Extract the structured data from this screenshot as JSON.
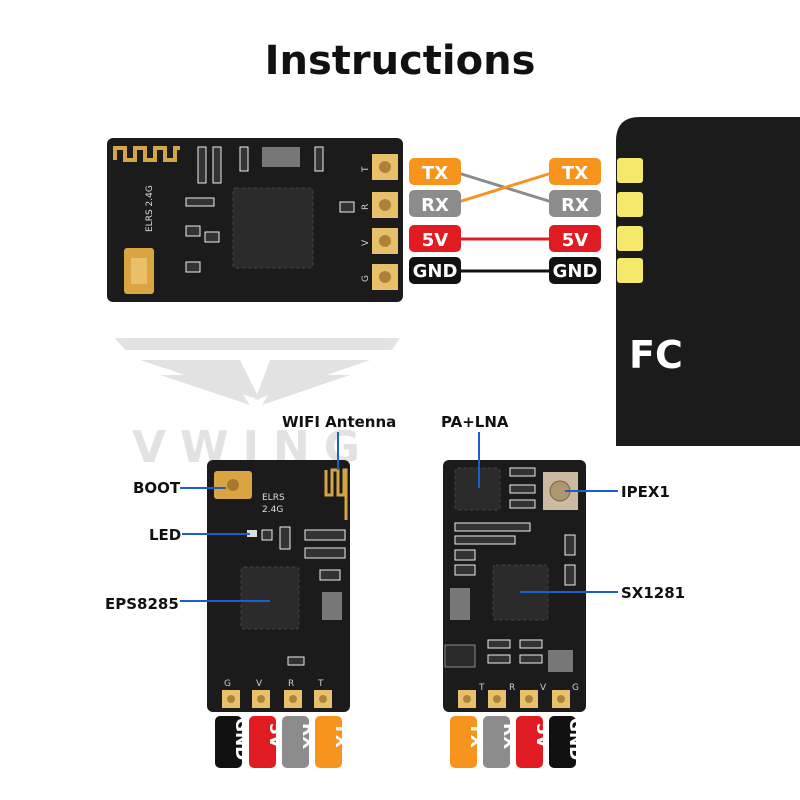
{
  "title": "Instructions",
  "colors": {
    "tx": "#F7941D",
    "rx": "#8C8C8C",
    "v5": "#E11B22",
    "gnd": "#111111",
    "pad": "#F5E86A",
    "board": "#1b1b1b"
  },
  "wiring": {
    "receiver_pins": [
      {
        "pad": "T",
        "label": "TX"
      },
      {
        "pad": "R",
        "label": "RX"
      },
      {
        "pad": "V",
        "label": "5V"
      },
      {
        "pad": "G",
        "label": "GND"
      }
    ],
    "fc_pins": [
      {
        "label": "TX"
      },
      {
        "label": "RX"
      },
      {
        "label": "5V"
      },
      {
        "label": "GND"
      }
    ],
    "fc_label": "FC",
    "board_text": "ELRS 2.4G"
  },
  "watermark": "VWING",
  "front": {
    "board_text_1": "ELRS",
    "board_text_2": "2.4G",
    "callouts": {
      "wifi": "WIFI Antenna",
      "boot": "BOOT",
      "led": "LED",
      "mcu": "EPS8285"
    },
    "pads": [
      "G",
      "V",
      "R",
      "T"
    ],
    "pin_labels": [
      "GND",
      "5V",
      "RX",
      "TX"
    ]
  },
  "back": {
    "callouts": {
      "pa": "PA+LNA",
      "ipex": "IPEX1",
      "rf": "SX1281"
    },
    "pads": [
      "T",
      "R",
      "V",
      "G"
    ],
    "pin_labels": [
      "TX",
      "RX",
      "5V",
      "GND"
    ]
  }
}
